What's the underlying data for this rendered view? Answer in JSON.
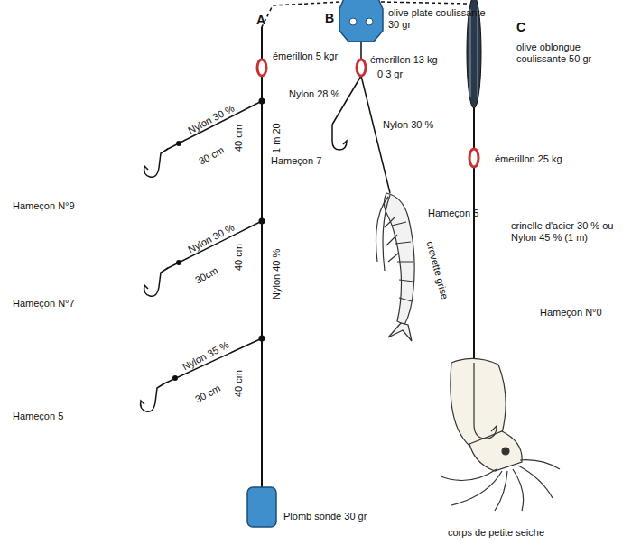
{
  "diagram": {
    "labels": [
      "A",
      "émerillon 5 kgr",
      "Nylon 30 %",
      "30 cm",
      "40 cm",
      "1 m 20",
      "Hameçon N°9",
      "Nylon 30 %",
      "30cm",
      "Nylon 40 %",
      "40 cm",
      "Hameçon N°7",
      "Nylon 35 %",
      "30 cm",
      "40 cm",
      "Hameçon 5",
      "Plomb sonde 30 gr",
      "B",
      "olive plate coulissante 30 gr",
      "émerillon 13 kg",
      "0 3 gr",
      "Nylon 28 %",
      "Hameçon 7",
      "Nylon 30 %",
      "crevette grise",
      "Hameçon 5",
      "C",
      "olive oblongue coulissante 50 gr",
      "émerillon 25 kg",
      "crinelle d'acier 30 % ou Nylon 45 % (1 m)",
      "Hameçon N°0",
      "corps de petite seiche"
    ]
  }
}
